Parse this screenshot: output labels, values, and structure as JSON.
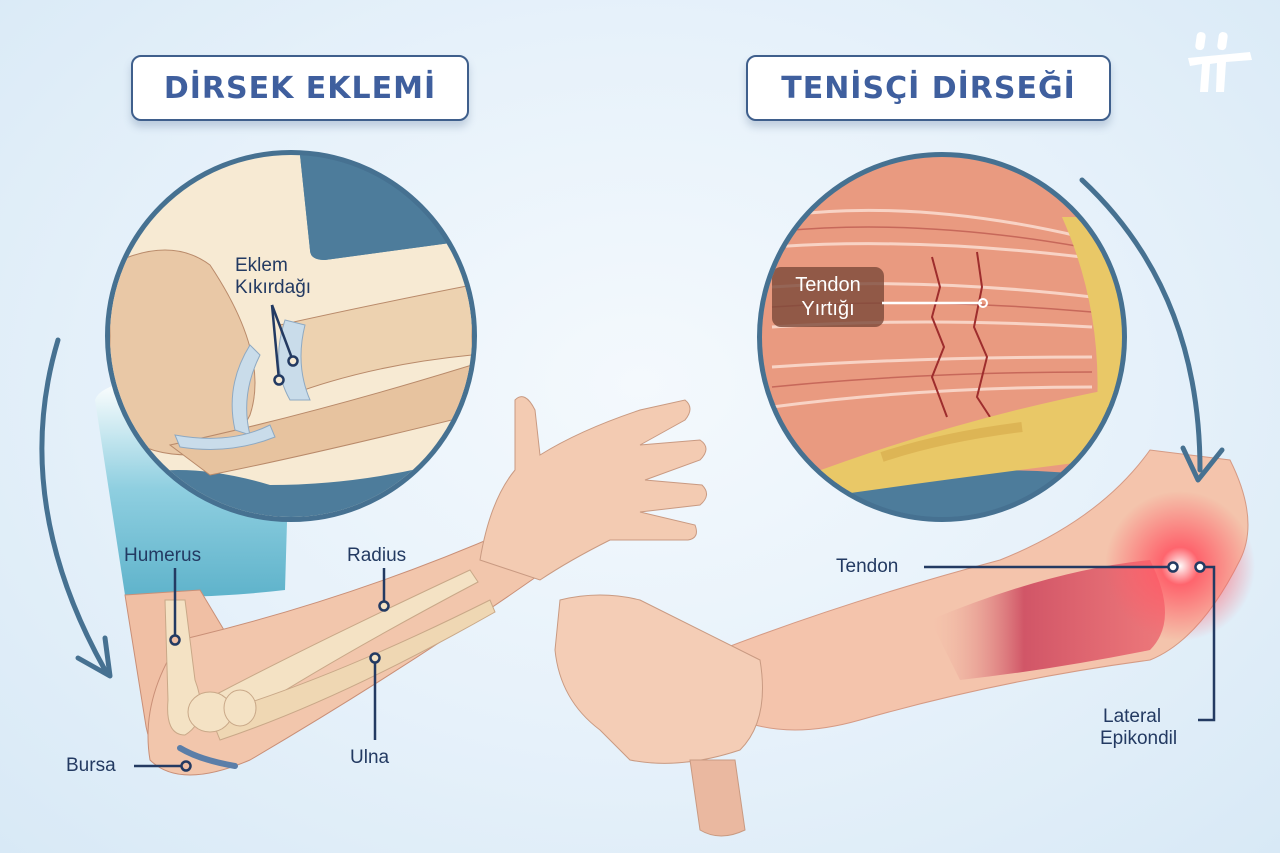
{
  "left_panel": {
    "title": "DİRSEK EKLEMİ",
    "inset_label_line1": "Eklem",
    "inset_label_line2": "Kıkırdağı",
    "labels": {
      "humerus": "Humerus",
      "radius": "Radius",
      "ulna": "Ulna",
      "bursa": "Bursa"
    }
  },
  "right_panel": {
    "title": "TENİSÇİ DİRSEĞİ",
    "inset_tag_line1": "Tendon",
    "inset_tag_line2": "Yırtığı",
    "labels": {
      "tendon": "Tendon",
      "lateral_line1": "Lateral",
      "lateral_line2": "Epikondil"
    }
  },
  "logo": {
    "icon": "brand-logo-icon"
  },
  "colors": {
    "title_text": "#3f5f9e",
    "title_border": "#3f5f8c",
    "label_text": "#233a62",
    "arrow": "#467191",
    "circle_ring": "#467191",
    "skin": "#f2c3a8",
    "inflammation": "#e23a4e",
    "cartilage": "#c9dcea",
    "bone": "#efd9b5",
    "muscle": "#e07a64",
    "bone_yellow": "#e9c867",
    "shirt": "#6bbad0"
  }
}
